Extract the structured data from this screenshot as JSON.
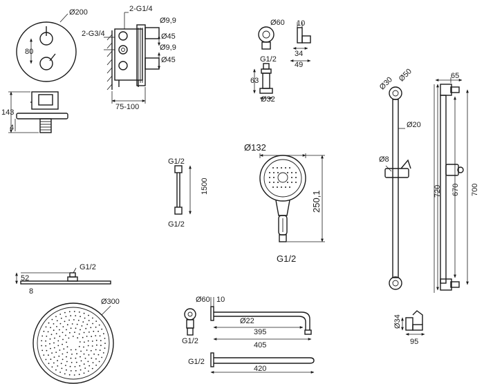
{
  "thermostat": {
    "d200": "Ø200",
    "c80": "80",
    "d143": "143",
    "d4": "4",
    "g14": "2-G1/4",
    "g34": "2-G3/4",
    "d99a": "Ø9,9",
    "d45a": "Ø45",
    "d99b": "Ø9,9",
    "d45b": "Ø45",
    "depth": "75-100"
  },
  "wall_outlet": {
    "d60": "Ø60",
    "w10": "10",
    "w34": "34",
    "w49": "49",
    "g12": "G1/2",
    "h63": "63",
    "d32": "Ø32"
  },
  "hose": {
    "top": "G1/2",
    "len": "1500",
    "bottom": "G1/2"
  },
  "hand_shower": {
    "d132": "Ø132",
    "h250": "250,1",
    "g12": "G1/2"
  },
  "slide_bar": {
    "d30": "Ø30",
    "d50": "Ø50",
    "w65": "65",
    "d20": "Ø20",
    "d8": "Ø8",
    "h720": "720",
    "h670": "670",
    "h700": "700",
    "d34": "Ø34",
    "w95": "95"
  },
  "rain_head": {
    "g12": "G1/2",
    "h52": "52",
    "h8": "8",
    "d300": "Ø300"
  },
  "arm": {
    "d60": "Ø60",
    "w10": "10",
    "d22": "Ø22",
    "l395": "395",
    "l405": "405",
    "g12a": "G1/2",
    "g12b": "G1/2",
    "l420": "420"
  }
}
